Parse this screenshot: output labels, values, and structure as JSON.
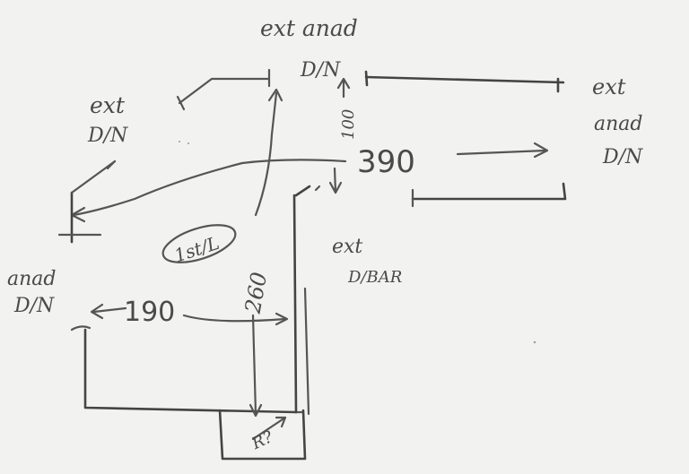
{
  "labels": {
    "ext_anad_top_1": "ext anad",
    "ext_anad_top_2": "D/N",
    "ext_dn_left_1": "ext",
    "ext_dn_left_2": "D/N",
    "ext_anad_right_1": "ext",
    "ext_anad_right_2": "anad",
    "ext_anad_right_3": "D/N",
    "dim_390": "390",
    "dim_100": "100",
    "dim_190": "190",
    "dim_260": "260",
    "stair_label": "1st/L",
    "ext_dbar_1": "ext",
    "ext_dbar_2": "D/BAR",
    "anad_dn_left_1": "anad",
    "anad_dn_left_2": "D/N",
    "small_r": "R?"
  }
}
